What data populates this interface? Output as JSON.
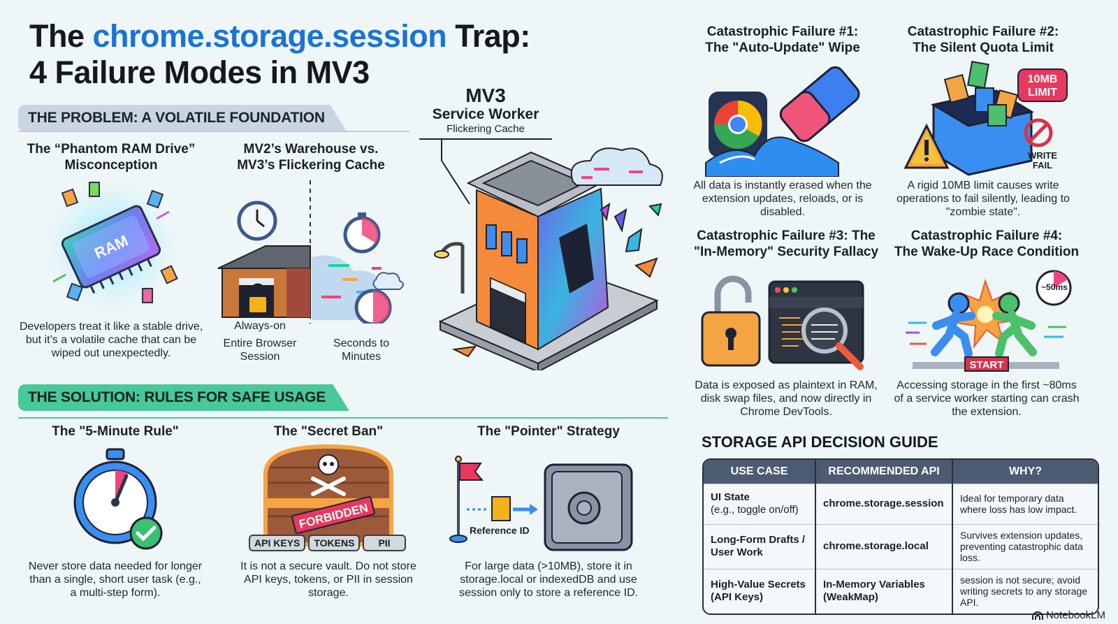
{
  "title": {
    "prefix": "The ",
    "highlight": "chrome.storage.session",
    "suffix": " Trap:",
    "line2": "4 Failure Modes in MV3"
  },
  "colors": {
    "highlight_blue": "#1a73d4",
    "problem_band": "#c9d6e2",
    "solution_band": "#49c89a",
    "table_header": "#4c5a72",
    "background": "#eef6f8"
  },
  "problem": {
    "band_label": "THE PROBLEM: A VOLATILE FOUNDATION",
    "phantom": {
      "heading_line1": "The “Phantom RAM Drive”",
      "heading_line2": "Misconception",
      "chip_label": "RAM",
      "icon": "ram-chip-icon",
      "description": "Developers treat it like a stable drive, but it’s a volatile cache that can be wiped out unexpectedly."
    },
    "warehouse": {
      "heading_line1": "MV2’s Warehouse vs.",
      "heading_line2": "MV3’s Flickering Cache",
      "left_icon": "warehouse-icon",
      "right_icon": "flickering-cloud-icon",
      "left_caption": "Always-on",
      "left_label_line1": "Entire Browser",
      "left_label_line2": "Session",
      "right_label_line1": "Seconds to",
      "right_label_line2": "Minutes"
    }
  },
  "mv3_illustration": {
    "title": "MV3",
    "subtitle": "Service Worker",
    "caption": "Flickering Cache",
    "icon": "crumbling-building-icon"
  },
  "failures": [
    {
      "heading_line1": "Catastrophic Failure #1:",
      "heading_line2": "The \"Auto-Update\" Wipe",
      "icon": "chrome-eraser-icon",
      "description": "All data is instantly erased when the extension updates, reloads, or is disabled."
    },
    {
      "heading_line1": "Catastrophic Failure #2:",
      "heading_line2": "The Silent Quota Limit",
      "icon": "overflowing-box-icon",
      "badge_line1": "10MB",
      "badge_line2": "LIMIT",
      "fail_line1": "WRITE",
      "fail_line2": "FAIL",
      "description": "A rigid 10MB limit causes write operations to fail silently, leading to \"zombie state\"."
    },
    {
      "heading_line1": "Catastrophic Failure #3: The",
      "heading_line2": "\"In-Memory\" Security Fallacy",
      "icon": "unlocked-padlock-devtools-icon",
      "description": "Data is exposed as plaintext in RAM, disk swap files, and now directly in Chrome DevTools."
    },
    {
      "heading_line1": "Catastrophic Failure #4:",
      "heading_line2": "The Wake-Up Race Condition",
      "icon": "racing-runners-icon",
      "timer_label": "~50ms",
      "start_label": "START",
      "description": "Accessing storage in the first ~80ms of a service worker starting can crash the extension."
    }
  ],
  "solution": {
    "band_label": "THE SOLUTION: RULES FOR SAFE USAGE",
    "rules": [
      {
        "heading": "The \"5-Minute Rule\"",
        "icon": "stopwatch-check-icon",
        "description": "Never store data needed for longer than a single, short user task (e.g., a multi-step form)."
      },
      {
        "heading": "The \"Secret Ban\"",
        "icon": "forbidden-chest-icon",
        "stamp": "FORBIDDEN",
        "tags": [
          "API KEYS",
          "TOKENS",
          "PII"
        ],
        "description": "It is not a secure vault. Do not store API keys, tokens, or PII in session storage."
      },
      {
        "heading": "The \"Pointer\" Strategy",
        "icon": "flag-to-safe-icon",
        "ref_label": "Reference ID",
        "description": "For large data (>10MB), store it in storage.local or indexedDB and use session only to store a reference ID."
      }
    ]
  },
  "guide": {
    "title": "STORAGE API DECISION GUIDE",
    "columns": [
      "USE CASE",
      "RECOMMENDED API",
      "WHY?"
    ],
    "rows": [
      {
        "use_case_line1": "UI State",
        "use_case_line2": "(e.g., toggle on/off)",
        "api_line1": "chrome.storage.session",
        "api_line2": "",
        "why": "Ideal for temporary data where loss has low impact."
      },
      {
        "use_case_line1": "Long-Form Drafts /",
        "use_case_line2": "User Work",
        "api_line1": "chrome.storage.local",
        "api_line2": "",
        "why": "Survives extension updates, preventing catastrophic data loss."
      },
      {
        "use_case_line1": "High-Value Secrets",
        "use_case_line2": "(API Keys)",
        "api_line1": "In-Memory Variables",
        "api_line2": "(WeakMap)",
        "why": "session is not secure; avoid writing secrets to any storage API."
      }
    ]
  },
  "branding": {
    "label": "NotebookLM"
  }
}
